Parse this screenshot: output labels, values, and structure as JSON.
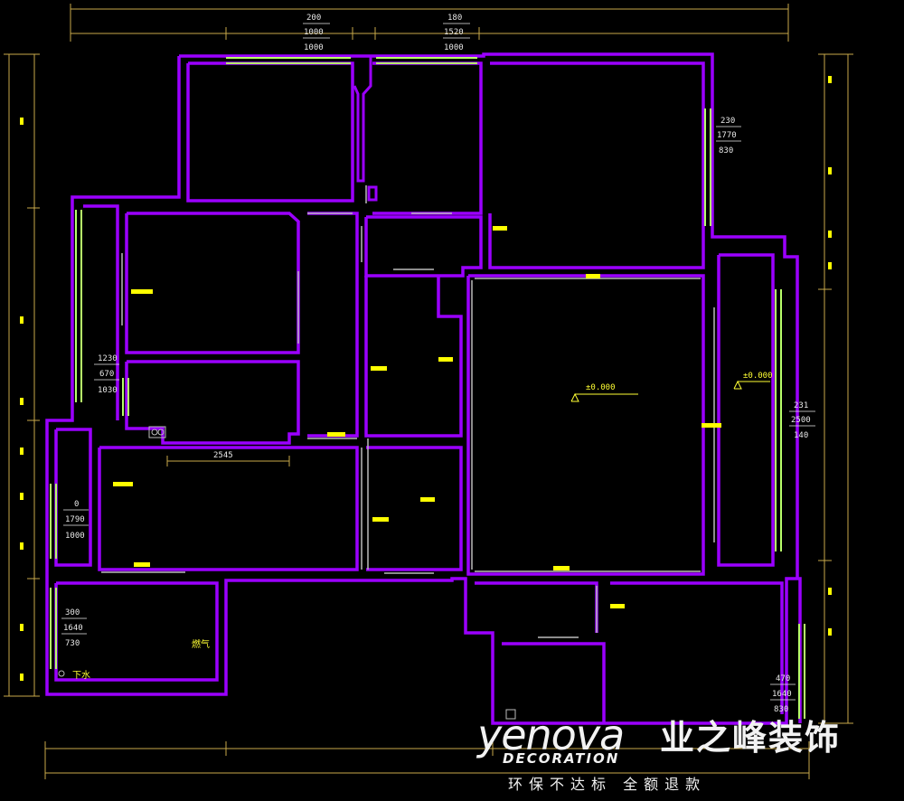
{
  "dimensions": {
    "top_left": [
      "200",
      "1000",
      "1000"
    ],
    "top_right": [
      "180",
      "1520",
      "1000"
    ],
    "right_upper": [
      "230",
      "1770",
      "830"
    ],
    "left_mid": [
      "1230",
      "670",
      "1030"
    ],
    "left_lower": [
      "0",
      "1790",
      "1000"
    ],
    "right_mid": [
      "231",
      "2500",
      "140"
    ],
    "bottom_left": [
      "300",
      "1640",
      "730"
    ],
    "bottom_right": [
      "470",
      "1640",
      "830"
    ],
    "corridor": "2545"
  },
  "levels": {
    "living": "±0.000",
    "balcony": "±0.000"
  },
  "notes": {
    "gas": "燃气",
    "drain": "下水"
  },
  "brand": {
    "name_en": "yenova",
    "name_sub": "DECORATION",
    "name_zh": "业之峰装饰",
    "slogan": "环保不达标   全额退款"
  },
  "colors": {
    "wall": "#9b00ff",
    "window": "#b8ff6a",
    "dimension": "#c8a94a",
    "tag": "#ffff00",
    "door": "#bbbbbb"
  }
}
